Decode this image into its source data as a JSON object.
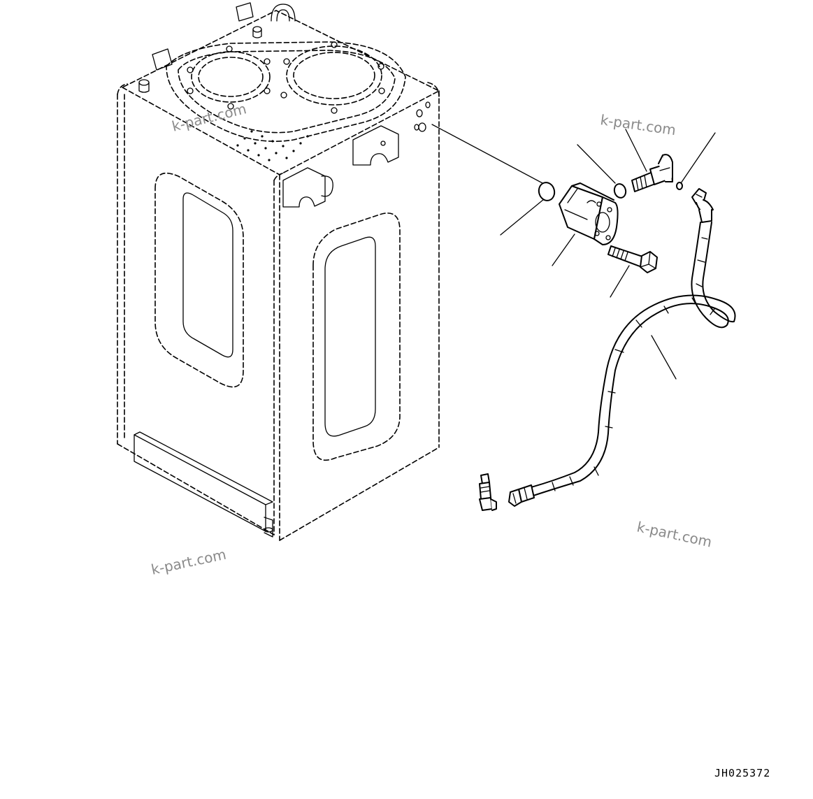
{
  "watermarks": [
    "k-part.com",
    "k-part.com",
    "k-part.com",
    "k-part.com"
  ],
  "drawing_number": "JH025372"
}
